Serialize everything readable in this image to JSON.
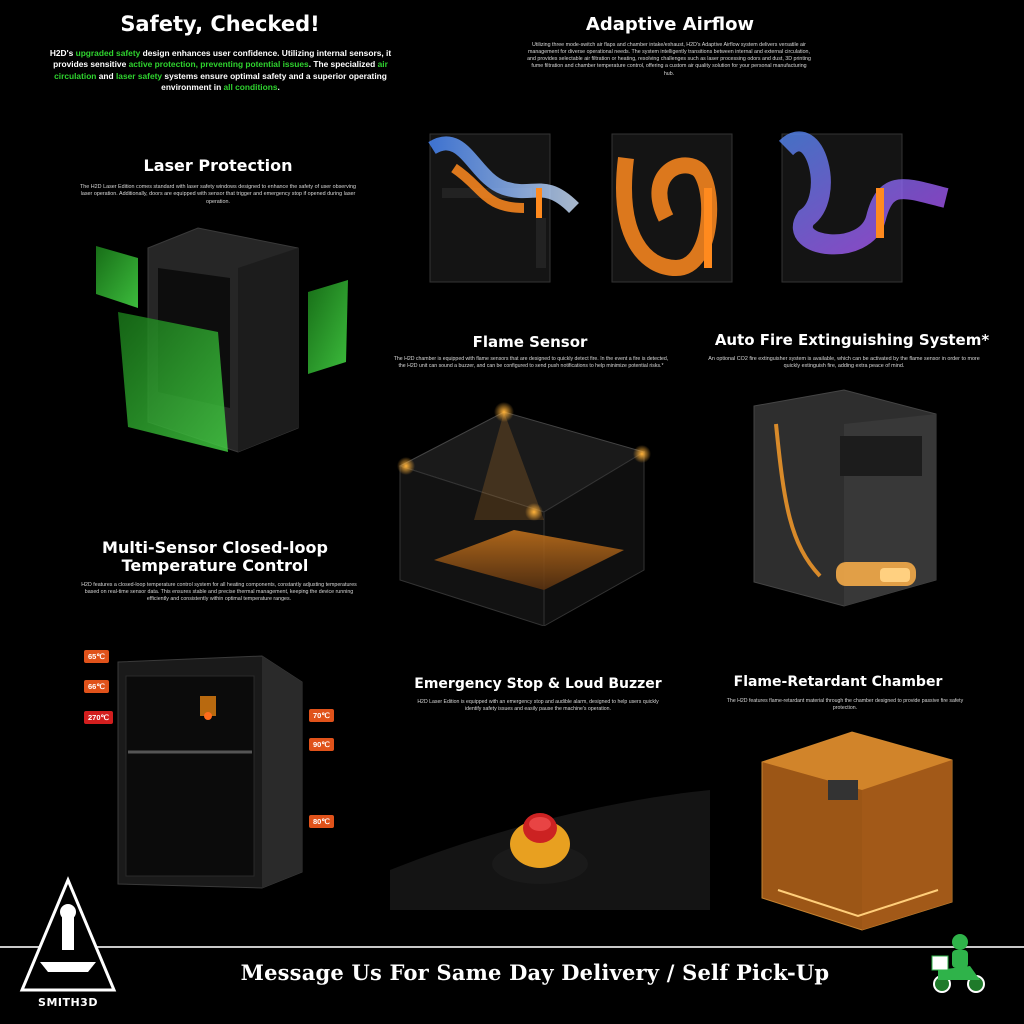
{
  "safety": {
    "title": "Safety, Checked!",
    "body": [
      {
        "t": "H2D's ",
        "g": false
      },
      {
        "t": "upgraded safety",
        "g": true
      },
      {
        "t": " design enhances user confidence. Utilizing internal sensors, it provides sensitive ",
        "g": false
      },
      {
        "t": "active protection, preventing potential issues",
        "g": true
      },
      {
        "t": ". The specialized ",
        "g": false
      },
      {
        "t": "air circulation",
        "g": true
      },
      {
        "t": " and ",
        "g": false
      },
      {
        "t": "laser safety",
        "g": true
      },
      {
        "t": " systems ensure optimal safety and a superior operating environment in ",
        "g": false
      },
      {
        "t": "all conditions",
        "g": true
      },
      {
        "t": ".",
        "g": false
      }
    ]
  },
  "airflow": {
    "title": "Adaptive Airflow",
    "body": "Utilizing three mode-switch air flaps and chamber intake/exhaust, H2D's Adaptive Airflow system delivers versatile air management for diverse operational needs. The system intelligently transitions between internal and external circulation, and provides selectable air filtration or heating, resolving challenges such as laser processing odors and dust, 3D printing fume filtration and chamber temperature control, offering a custom air quality solution for your personal manufacturing hub."
  },
  "laser": {
    "title": "Laser Protection",
    "body": "The H2D Laser Edition comes standard with laser safety windows designed to enhance the safety of user observing laser operation. Additionally, doors are equipped with sensor that trigger and emergency stop if opened during laser operation."
  },
  "flame": {
    "title": "Flame Sensor",
    "body": "The H2D chamber is equipped with flame sensors that are designed to quickly detect fire. In the event a fire is detected, the H2D unit can sound a buzzer, and can be configured to send push notifications to help minimize potential risks.*"
  },
  "fire": {
    "title": "Auto Fire Extinguishing System*",
    "body": "An optional CO2 fire extinguisher system is available, which can be activated by the flame sensor in order to more quickly extinguish fire, adding extra peace of mind."
  },
  "temp": {
    "title_line1": "Multi-Sensor Closed-loop",
    "title_line2": "Temperature Control",
    "body": "H2D features a closed-loop temperature control system for all heating components, constantly adjusting temperatures based on real-time sensor data. This ensures stable and precise thermal management, keeping the device running efficiently and consistently within optimal temperature ranges.",
    "tags": [
      "65℃",
      "66℃",
      "270℃",
      "70℃",
      "90℃",
      "80℃"
    ]
  },
  "estop": {
    "title": "Emergency Stop & Loud Buzzer",
    "body": "H2D Laser Edition is equipped with an emergency stop and audible alarm, designed to help users quickly identify safety issues and easily pause the machine's operation."
  },
  "retardant": {
    "title": "Flame-Retardant Chamber",
    "body": "The H2D features flame-retardant material through the chamber designed to provide passive fire safety protection."
  },
  "footer": {
    "message": "Message Us For Same Day Delivery / Self Pick-Up",
    "brand": "SMITH3D"
  },
  "colors": {
    "accent_green": "#2fd32f",
    "temp_orange": "#e0521a",
    "temp_red": "#d21e1e",
    "glow_orange": "#ff9a1e"
  }
}
